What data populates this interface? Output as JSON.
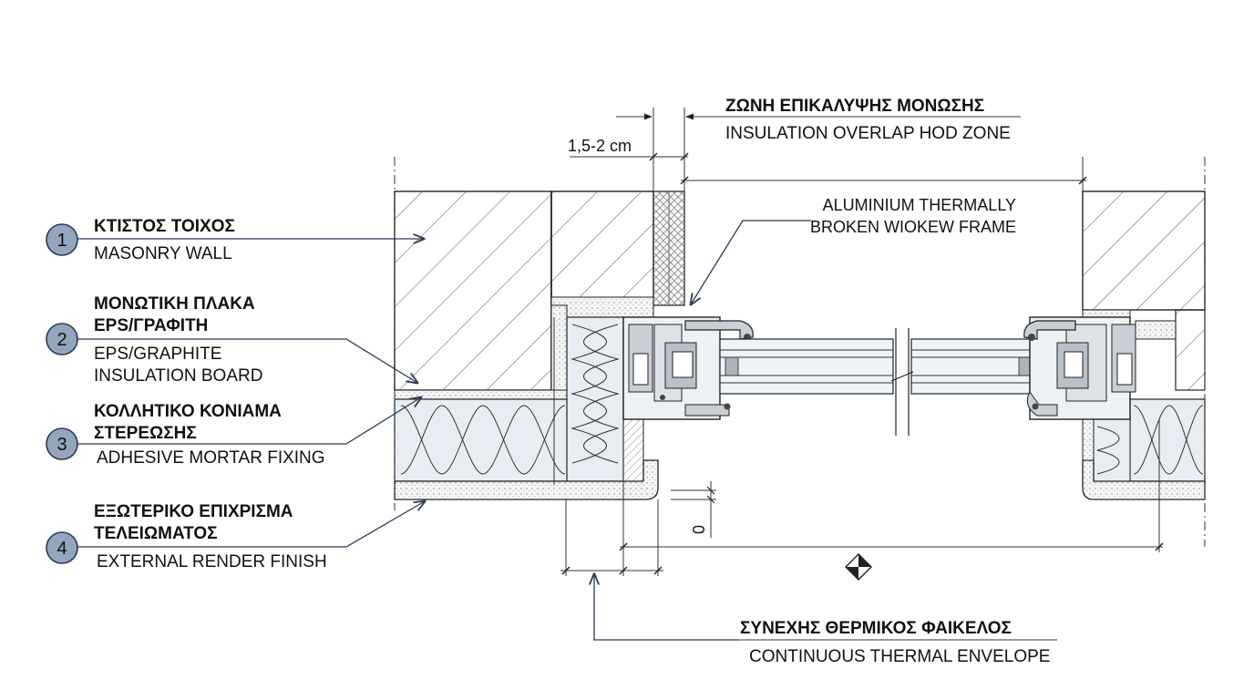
{
  "top_annotation": {
    "greek": "ΖΩΝΗ ΕΠΙΚΑΛΥΨΗΣ ΜΟΝΩΣΗΣ",
    "english": "INSULATION OVERLAP HOD ZONE"
  },
  "dimension_label": "1,5-2 cm",
  "frame_label": {
    "line1": "ALUMINIUM THERMALLY",
    "line2": "BROKEN WIOKEW FRAME"
  },
  "zero_label": "0",
  "legend": [
    {
      "num": "1",
      "greek": [
        "ΚΤΙΣΤΟΣ ΤΟΙΧΟΣ"
      ],
      "english": [
        "MASONRY WALL"
      ]
    },
    {
      "num": "2",
      "greek": [
        "ΜΟΝΩΤΙΚΗ ΠΛΑΚΑ",
        "EPS/ΓΡΑΦΙΤΗ"
      ],
      "english": [
        "EPS/GRAPHITE",
        "INSULATION BOARD"
      ]
    },
    {
      "num": "3",
      "greek": [
        "ΚΟΛΛΗΤΙΚΟ ΚΟΝΙΑΜΑ",
        "ΣΤΕΡΕΩΣΗΣ"
      ],
      "english": [
        "ADHESIVE MORTAR FIXING"
      ]
    },
    {
      "num": "4",
      "greek": [
        "ΕΞΩΤΕΡΙΚΟ ΕΠΙΧΡΙΣΜΑ",
        "ΤΕΛΕΙΩΜΑΤΟΣ"
      ],
      "english": [
        "EXTERNAL RENDER FINISH"
      ]
    }
  ],
  "bottom_annotation": {
    "greek": "ΣΥΝΕΧΗΣ ΘΕΡΜΙΚΟΣ ΦΑΙΚΕΛΟΣ",
    "english": "CONTINUOUS THERMAL ENVELOPE"
  },
  "colors": {
    "badge_fill": "#93a6bd",
    "badge_stroke": "#2a3a52",
    "insulation": "#e7edf3",
    "render": "#f1f3f5",
    "aluminium": "#c9cfd6",
    "glass": "#eef3f8",
    "leader": "#2b3b55"
  }
}
